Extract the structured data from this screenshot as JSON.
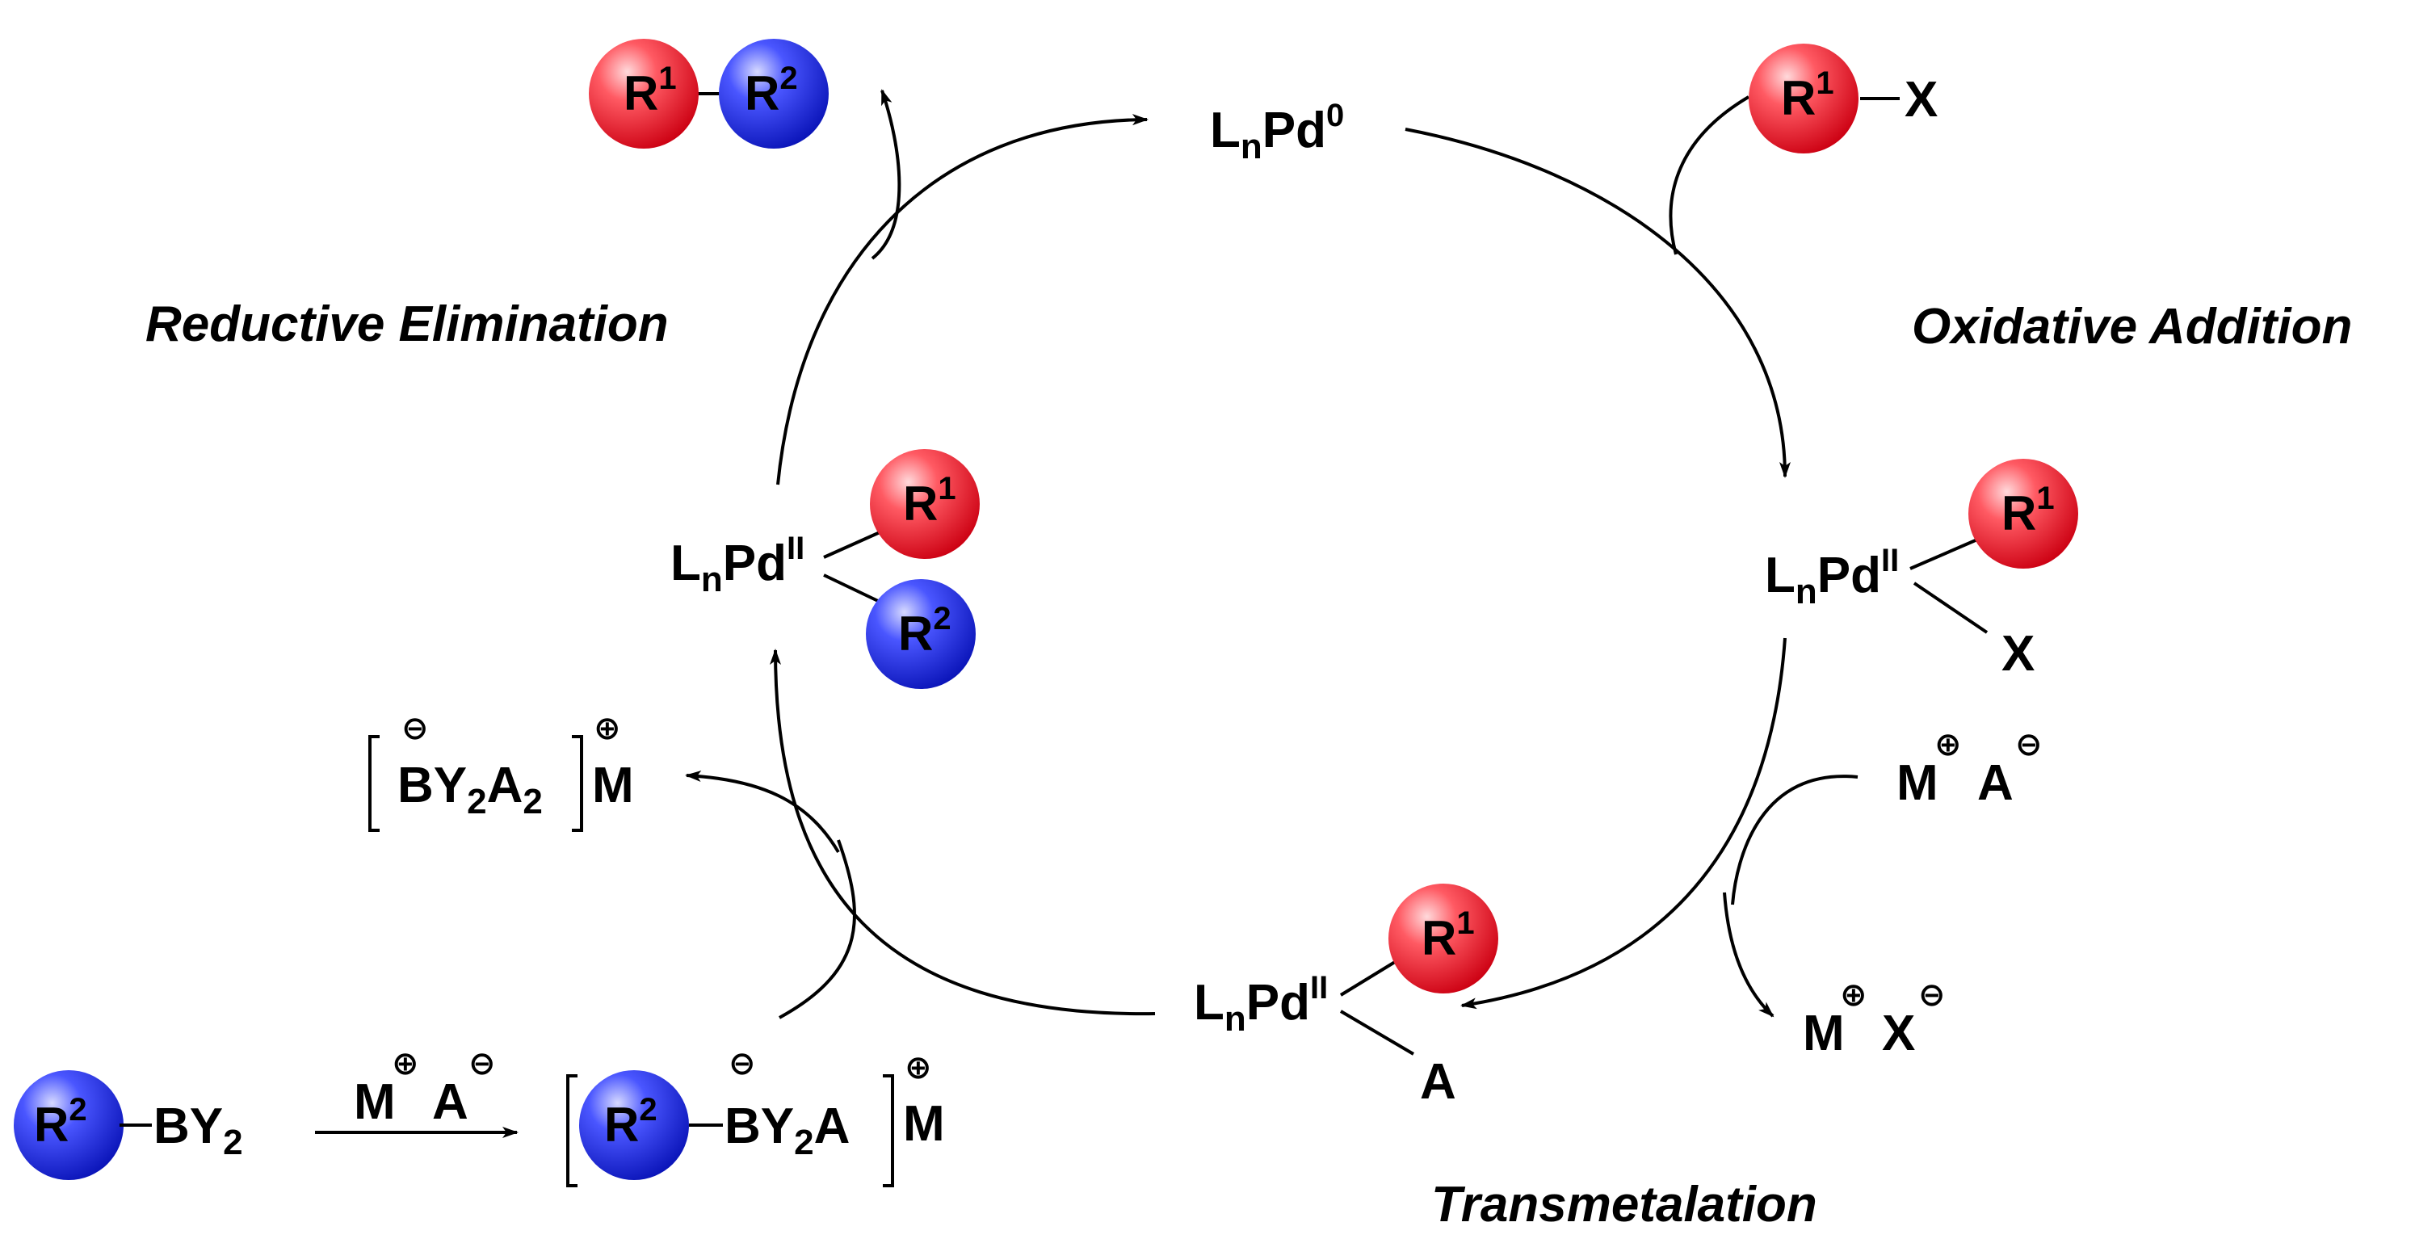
{
  "steps": {
    "reductive_elimination": "Reductive Elimination",
    "oxidative_addition": "Oxidative Addition",
    "transmetalation": "Transmetalation"
  },
  "species": {
    "L": "L",
    "n": "n",
    "Pd": "Pd",
    "zero": "0",
    "II": "II",
    "R": "R",
    "one": "1",
    "two": "2",
    "X": "X",
    "A": "A",
    "M": "M",
    "B": "B",
    "Y": "Y",
    "plus": "⊕",
    "minus": "⊖"
  },
  "colors": {
    "r1_fill": "#e8192c",
    "r2_fill": "#1420d6",
    "line": "#000000"
  }
}
